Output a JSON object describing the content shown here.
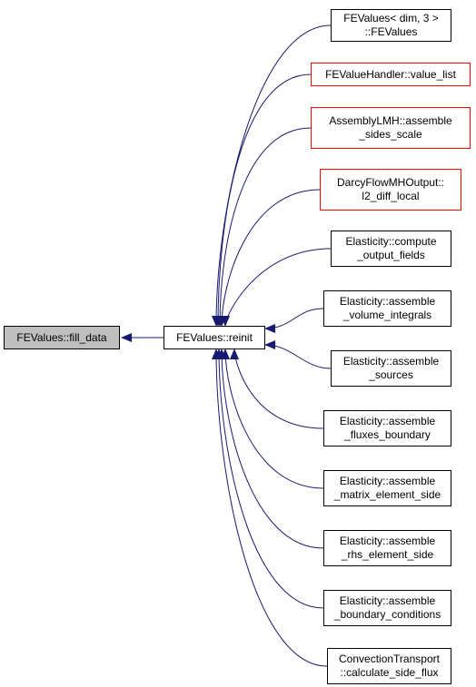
{
  "colors": {
    "edge": "#191970",
    "box_border": "#000000",
    "box_border_undocumented": "#ff0000",
    "focus_fill": "#bfbfbf"
  },
  "focus_node": {
    "label": "FEValues::fill_data"
  },
  "caller_node": {
    "label": "FEValues::reinit"
  },
  "callers": [
    {
      "lines": [
        "FEValues< dim, 3 >",
        "::FEValues"
      ],
      "border": "black"
    },
    {
      "lines": [
        "FEValueHandler::value_list"
      ],
      "border": "red"
    },
    {
      "lines": [
        "AssemblyLMH::assemble",
        "_sides_scale"
      ],
      "border": "red"
    },
    {
      "lines": [
        "DarcyFlowMHOutput::",
        "l2_diff_local"
      ],
      "border": "red"
    },
    {
      "lines": [
        "Elasticity::compute",
        "_output_fields"
      ],
      "border": "black"
    },
    {
      "lines": [
        "Elasticity::assemble",
        "_volume_integrals"
      ],
      "border": "black"
    },
    {
      "lines": [
        "Elasticity::assemble",
        "_sources"
      ],
      "border": "black"
    },
    {
      "lines": [
        "Elasticity::assemble",
        "_fluxes_boundary"
      ],
      "border": "black"
    },
    {
      "lines": [
        "Elasticity::assemble",
        "_matrix_element_side"
      ],
      "border": "black"
    },
    {
      "lines": [
        "Elasticity::assemble",
        "_rhs_element_side"
      ],
      "border": "black"
    },
    {
      "lines": [
        "Elasticity::assemble",
        "_boundary_conditions"
      ],
      "border": "black"
    },
    {
      "lines": [
        "ConvectionTransport",
        "::calculate_side_flux"
      ],
      "border": "black"
    }
  ]
}
